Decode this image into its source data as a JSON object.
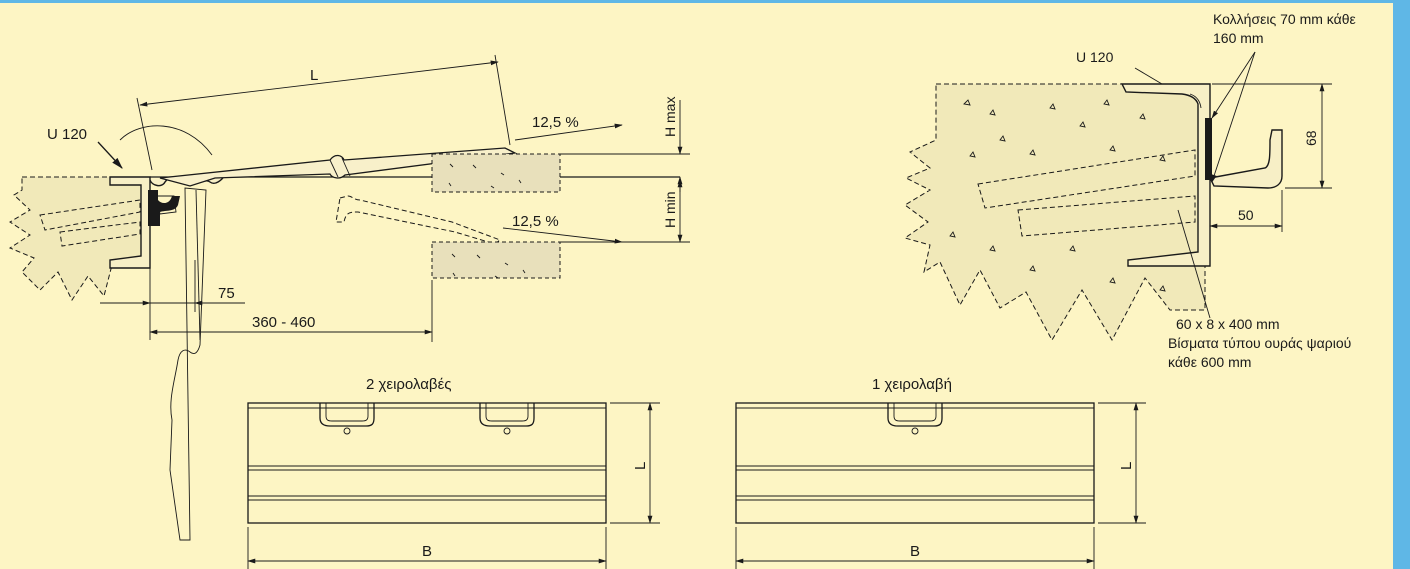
{
  "section_view": {
    "profile_label": "U 120",
    "length_label": "L",
    "slope_upper": "12,5 %",
    "slope_lower": "12,5 %",
    "h_max_label": "H max",
    "h_min_label": "H min",
    "offset_dim": "75",
    "range_dim": "360 - 460"
  },
  "detail_view": {
    "profile_label": "U 120",
    "welds_line1": "Κολλήσεις 70 mm κάθε",
    "welds_line2": "160 mm",
    "dim_height": "68",
    "dim_width": "50",
    "anchor_line1": "60 x 8 x 400 mm",
    "anchor_line2": "Βίσματα τύπου ουράς ψαριού",
    "anchor_line3": "κάθε 600 mm"
  },
  "plan_two_handles": {
    "title": "2 χειρολαβές",
    "length_label": "L",
    "width_label": "B"
  },
  "plan_one_handle": {
    "title": "1 χειρολαβή",
    "length_label": "L",
    "width_label": "B"
  },
  "colors": {
    "background": "#fdf5c4",
    "accent_strip": "#5fb7e6",
    "line": "#1a1a1a"
  }
}
